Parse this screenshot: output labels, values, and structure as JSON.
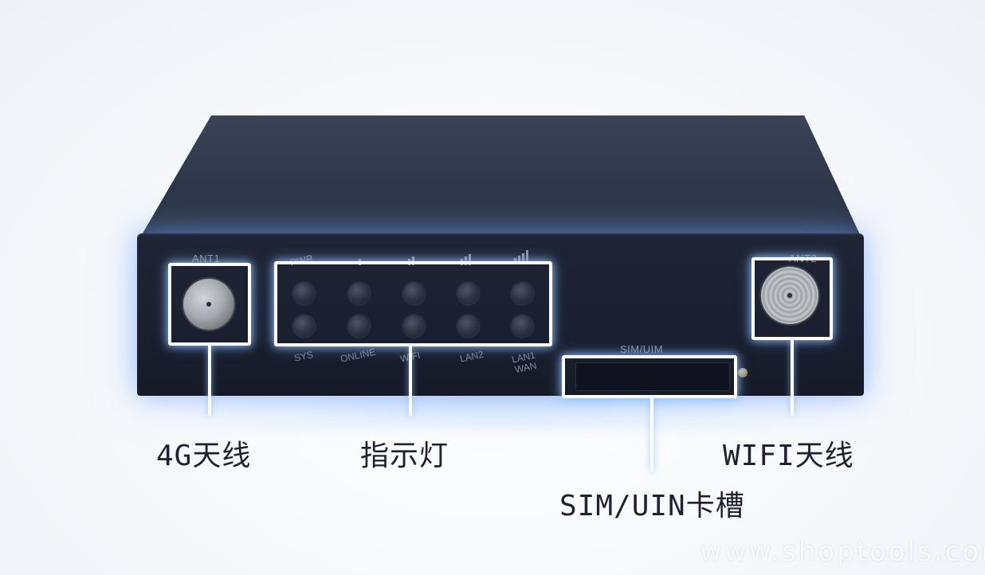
{
  "device": {
    "ports": {
      "ant1": "ANT1",
      "ant2": "ANT2",
      "sim": "SIM/UIM"
    },
    "leds": {
      "top_row": [
        "PWR",
        "",
        "",
        "",
        ""
      ],
      "bottom_row": [
        "SYS",
        "ONLINE",
        "WIFI",
        "LAN2",
        "LAN1\nWAN"
      ]
    }
  },
  "callouts": {
    "antenna_4g": "4G天线",
    "indicators": "指示灯",
    "wifi_antenna": "WIFI天线",
    "sim_slot": "SIM/UIN卡槽"
  },
  "watermark": "www.shoptools.com",
  "colors": {
    "device_body": "#1f2535",
    "frame": "#ffffff",
    "glow": "#8cbeff",
    "label_text": "#1e2230"
  }
}
